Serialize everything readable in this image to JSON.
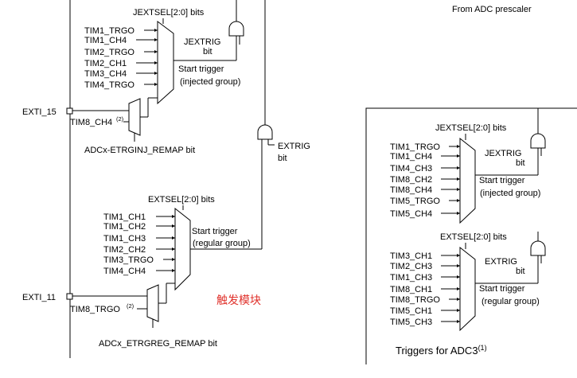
{
  "top": {
    "prescaler": "From ADC prescaler"
  },
  "left": {
    "injected": {
      "jextsel": "JEXTSEL[2:0] bits",
      "inputs": [
        "TIM1_TRGO",
        "TIM1_CH4",
        "TIM2_TRGO",
        "TIM2_CH1",
        "TIM3_CH4",
        "TIM4_TRGO"
      ],
      "gate_label": "JEXTRIG",
      "gate_sub": "bit",
      "start": "Start trigger",
      "group": "(injected group)",
      "exti": "EXTI_15",
      "tim8": "TIM8_CH4",
      "tim8_note": "(2)",
      "remap": "ADCx-ETRGINJ_REMAP bit"
    },
    "extrig": {
      "label": "EXTRIG",
      "sub": "bit"
    },
    "regular": {
      "extsel": "EXTSEL[2:0] bits",
      "inputs": [
        "TIM1_CH1",
        "TIM1_CH2",
        "TIM1_CH3",
        "TIM2_CH2",
        "TIM3_TRGO",
        "TIM4_CH4"
      ],
      "start": "Start trigger",
      "group": "(regular group)",
      "exti": "EXTI_11",
      "tim8": "TIM8_TRGO",
      "tim8_note": "(2)",
      "remap": "ADCx_ETRGREG_REMAP bit"
    },
    "annotation": "触发模块"
  },
  "right": {
    "injected": {
      "jextsel": "JEXTSEL[2:0] bits",
      "inputs": [
        "TIM1_TRGO",
        "TIM1_CH4",
        "TIM4_CH3",
        "TIM8_CH2",
        "TIM8_CH4",
        "TIM5_TRGO",
        "TIM5_CH4"
      ],
      "gate_label": "JEXTRIG",
      "gate_sub": "bit",
      "start": "Start trigger",
      "group": "(injected group)"
    },
    "regular": {
      "extsel": "EXTSEL[2:0] bits",
      "inputs": [
        "TIM3_CH1",
        "TIM2_CH3",
        "TIM1_CH3",
        "TIM8_CH1",
        "TIM8_TRGO",
        "TIM5_CH1",
        "TIM5_CH3"
      ],
      "gate_label": "EXTRIG",
      "gate_sub": "bit",
      "start": "Start trigger",
      "group": "(regular group)"
    },
    "caption": "Triggers for ADC3",
    "caption_note": "(1)"
  }
}
